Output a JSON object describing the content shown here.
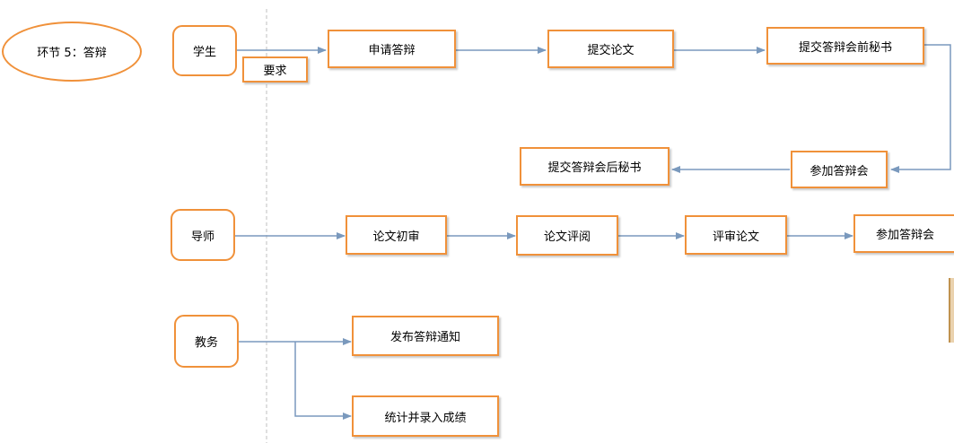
{
  "phase": {
    "label": "环节 5：答辩"
  },
  "colors": {
    "box_border": "#f0913a",
    "arrow": "#7a99bd",
    "divider": "#bfbfbf"
  },
  "lanes": {
    "student": {
      "actor": "学生",
      "note": "要求",
      "steps": {
        "apply": "申请答辩",
        "submit_thesis": "提交论文",
        "submit_before": "提交答辩会前秘书",
        "attend": "参加答辩会",
        "submit_after": "提交答辩会后秘书"
      }
    },
    "advisor": {
      "actor": "导师",
      "steps": {
        "initial_review": "论文初审",
        "read_review": "论文评阅",
        "evaluate": "评审论文",
        "attend": "参加答辩会"
      }
    },
    "academic_affairs": {
      "actor": "教务",
      "steps": {
        "notice": "发布答辩通知",
        "grades": "统计并录入成绩"
      }
    }
  }
}
